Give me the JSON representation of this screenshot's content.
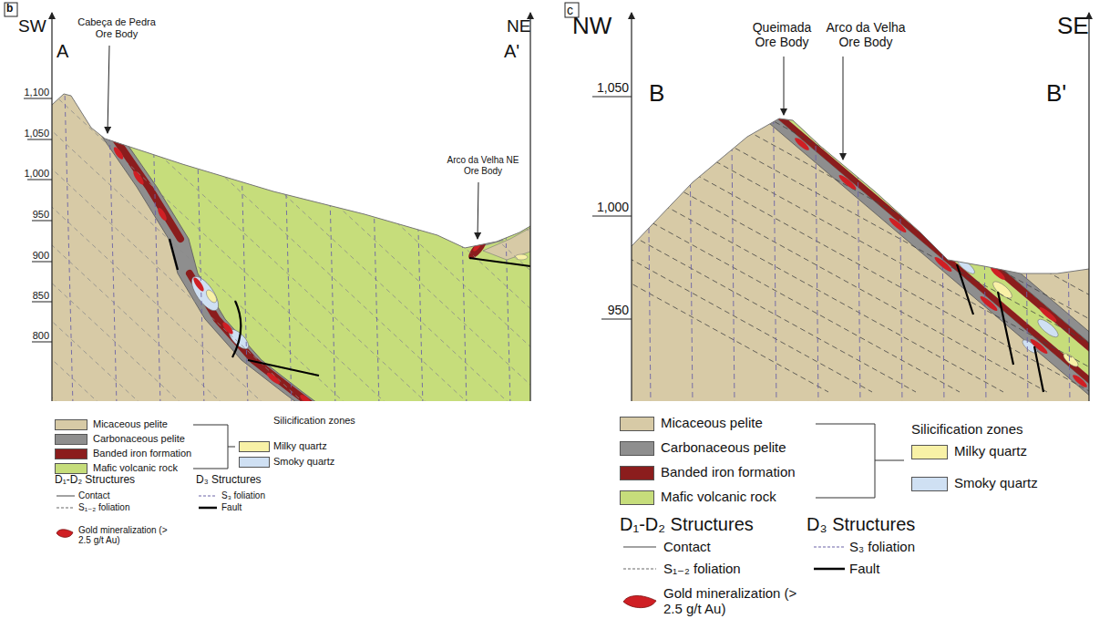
{
  "diagram": {
    "labels": [
      "b",
      "SW",
      "NE",
      "A",
      "A'",
      "Cabeça de Pedra Ore Body",
      "Arco da Velha NE Ore Body",
      "1,100",
      "1,050",
      "1,000",
      "950",
      "900",
      "850",
      "800",
      "Silicification zones",
      "D₁-D₂ Structures",
      "D₃ Structures",
      "c",
      "NW",
      "SE",
      "B",
      "B'",
      "Queimada Ore Body",
      "Arco da Velha Ore Body",
      "1,050",
      "1,000",
      "950",
      "Silicification zones",
      "D₁-D₂ Structures",
      "D₃ Structures"
    ],
    "legend": [
      {
        "text": "Micaceous pelite",
        "color": "#d7caa6"
      },
      {
        "text": "Carbonaceous pelite",
        "color": "#8e8e8e"
      },
      {
        "text": "Banded iron formation",
        "color": "#8b1d1d"
      },
      {
        "text": "Mafic volcanic rock",
        "color": "#c6dd7b"
      },
      {
        "text": "Milky quartz",
        "color": "#f8f1a6"
      },
      {
        "text": "Smoky quartz",
        "color": "#cfe0f3"
      },
      {
        "text": "Contact"
      },
      {
        "text": "S₁₋₂ foliation"
      },
      {
        "text": "Gold mineralization (> 2.5 g/t Au)"
      },
      {
        "text": "S₃ foliation"
      },
      {
        "text": "Fault"
      },
      {
        "text": "Micaceous pelite",
        "color": "#d7caa6"
      },
      {
        "text": "Carbonaceous pelite",
        "color": "#8e8e8e"
      },
      {
        "text": "Banded iron formation",
        "color": "#8b1d1d"
      },
      {
        "text": "Mafic volcanic rock",
        "color": "#c6dd7b"
      },
      {
        "text": "Milky quartz",
        "color": "#f8f1a6"
      },
      {
        "text": "Smoky quartz",
        "color": "#cfe0f3"
      },
      {
        "text": "Contact"
      },
      {
        "text": "S₁₋₂ foliation"
      },
      {
        "text": "Gold mineralization (> 2.5 g/t Au)"
      },
      {
        "text": "S₃ foliation"
      },
      {
        "text": "Fault"
      }
    ]
  }
}
